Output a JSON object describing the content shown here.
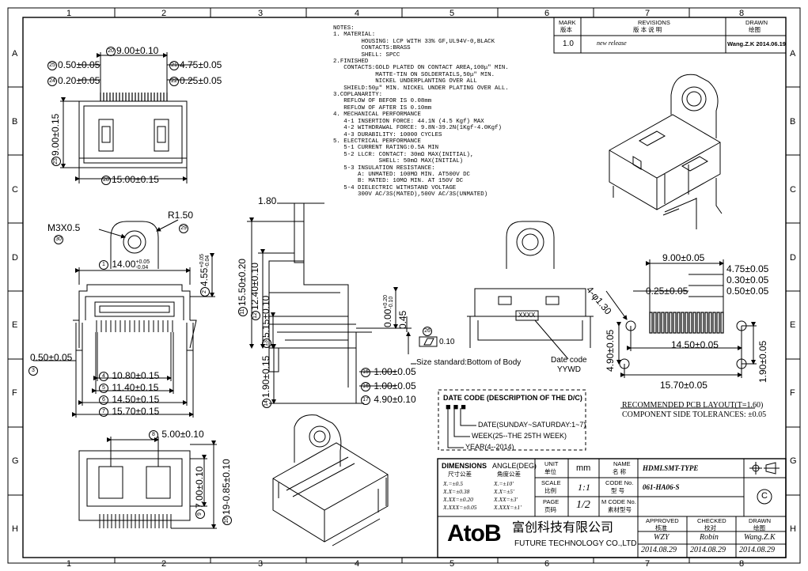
{
  "zones": {
    "columns": [
      "1",
      "2",
      "3",
      "4",
      "5",
      "6",
      "7",
      "8"
    ],
    "rows": [
      "A",
      "B",
      "C",
      "D",
      "E",
      "F",
      "G",
      "H"
    ]
  },
  "revisions": {
    "mark_label": "MARK",
    "mark_label_cn": "版本",
    "revisions_label": "REVISIONS",
    "revisions_label_cn": "版 本 说 明",
    "drawn_label": "DRAWN",
    "drawn_label_cn": "绘图",
    "rows": [
      {
        "mark": "1.0",
        "description": "new release",
        "drawn": "Wang.Z.K 2014.06.19"
      }
    ]
  },
  "notes": [
    "NOTES:",
    "1. MATERIAL:",
    "        HOUSING: LCP WITH 33% GF,UL94V-0,BLACK",
    "        CONTACTS:BRASS",
    "        SHELL: SPCC",
    "2.FINISHED",
    "   CONTACTS:GOLD PLATED ON CONTACT AREA,100μ\" MIN.",
    "            MATTE-TIN ON SOLDERTAILS,50μ\" MIN.",
    "            NICKEL UNDERPLANTING OVER ALL",
    "   SHIELD:50μ\" MIN. NICKEL UNDER PLATING OVER ALL.",
    "3.COPLANARITY:",
    "   REFLOW OF BEFOR IS 0.08mm",
    "   REFLOW OF AFTER IS 0.10mm",
    "4. MECHANICAL PERFORMANCE",
    "   4-1 INSERTION FORCE: 44.1N (4.5 Kgf) MAX",
    "   4-2 WITHDRAWAL FORCE: 9.8N-39.2N(1Kgf-4.0Kgf)",
    "   4-3 DURABILITY: 10000 CYCLES",
    "5. ELECTRICAL PERFORMANCE",
    "   5-1 CURRENT RATING:0.5A MIN",
    "   5-2 LLCR: CONTACT: 30mΩ MAX(INITIAL),",
    "             SHELL: 50mΩ MAX(INITIAL)",
    "   5-3 INSULATION RESISTANCE:",
    "       A: UNMATED: 100MΩ MIN. AT500V DC",
    "       B: MATED: 10MΩ MIN. AT 150V DC",
    "   5-4 DIELECTRIC WITHSTAND VOLTAGE",
    "       300V AC/3S(MATED),500V AC/3S(UNMATED)"
  ],
  "top_view": {
    "d25": "25",
    "d25_text": "0.50±0.05",
    "d24": "24",
    "d24_text": "0.20±0.05",
    "d20": "20",
    "d20_text": "9.00±0.10",
    "d21": "21",
    "d21_text": "4.75±0.05",
    "d22": "22",
    "d22_text": "0.25±0.05",
    "d23": "23",
    "d23_text": "9.00±0.15",
    "d28": "28",
    "d28_text": "15.00±0.15"
  },
  "front_view": {
    "thread": "M3X0.5",
    "thread_ref": "30",
    "radius": "R1.50",
    "radius_ref": "29",
    "d1": "1",
    "d1_text": "14.00",
    "d1_tol_up": "+0.05",
    "d1_tol_dn": "-0.04",
    "d2": "2",
    "d2_text": "4.55",
    "d2_tol_up": "+0.05",
    "d2_tol_dn": "-0.04",
    "d3": "3",
    "d3_text": "0.50±0.05",
    "d4": "4",
    "d4_text": "10.80±0.15",
    "d5": "5",
    "d5_text": "11.40±0.15",
    "d6": "6",
    "d6_text": "14.50±0.15",
    "d7": "7",
    "d7_text": "15.70±0.15"
  },
  "side_view": {
    "d1_80": "1.80",
    "d11": "11",
    "d11_text": "15.50±0.20",
    "d12": "12",
    "d12_text": "12.40±0.10",
    "d13": "13",
    "d13_text": "5.15±0.10",
    "d14": "14",
    "d14_text": "1.90±0.15",
    "d_offset": "0.00",
    "d_offset_up": "+0.20",
    "d_offset_dn": "-0.10",
    "d0_45": "0.45",
    "d15": "15",
    "d15_text": "1.00±0.05",
    "d16": "16",
    "d16_text": "1.00±0.05",
    "d17": "17",
    "d17_text": "4.90±0.10",
    "flatness_ref": "26",
    "flatness": "0.10",
    "size_standard": "Size standard:Bottom of Body"
  },
  "rear_view": {
    "marking": "XXXX",
    "date_code_label": "Date code",
    "date_code_value": "YYWD"
  },
  "pcb_layout": {
    "d_9_00": "9.00±0.05",
    "d_4_75": "4.75±0.05",
    "d_0_30": "0.30±0.05",
    "d_0_25": "0.25±0.05",
    "d_0_50": "0.50±0.05",
    "holes": "4-φ1.30",
    "d_4_90": "4.90±0.05",
    "d_14_50": "14.50±0.05",
    "d_1_90": "1.90±0.05",
    "d_15_70": "15.70±0.05",
    "title": "RECOMMENDED PCB LAYOUT(T=1.60)",
    "tolerance": "COMPONENT SIDE TOLERANCES: ±0.05"
  },
  "date_code_box": {
    "title": "DATE CODE (DESCRIPTION OF THE D/C)",
    "line1": "DATE(SUNDAY~SATURDAY:1~7)",
    "line2": "WEEK(25--THE 25TH WEEK)",
    "line3": "YEAR(4--2014)"
  },
  "bottom_view": {
    "d8": "8",
    "d8_text": "5.00±0.10",
    "d9": "9",
    "d9_text": "7.00±0.10",
    "d10": "10",
    "d10_text": "19-0.85±0.10"
  },
  "title_block": {
    "dimensions_label": "DIMENSIONS",
    "dimensions_cn": "尺寸公差",
    "angle_label": "ANGLE(DEG)",
    "angle_cn": "角度公差",
    "tol_x": "X.=±0.5",
    "tol_xx": "X.X=±0.38",
    "tol_xxx": "X.XX=±0.20",
    "tol_xxxx": "X.XXX=±0.05",
    "ang_x": "X.=±10'",
    "ang_xx": "X.X=±5'",
    "ang_xxx": "X.XX=±3'",
    "ang_xxxx": "X.XXX=±1'",
    "unit_label": "UNIT",
    "unit_cn": "单位",
    "unit_value": "mm",
    "scale_label": "SCALE",
    "scale_cn": "比例",
    "scale_value": "1:1",
    "page_label": "PAGE",
    "page_cn": "页码",
    "page_value": "1/2",
    "name_label": "NAME",
    "name_cn": "名 称",
    "name_value": "HDMI.SMT-TYPE",
    "code_label": "CODE No.",
    "code_cn": "型 号",
    "code_value": "061-HA06-S",
    "mcode_label": "M CODE No.",
    "mcode_cn": "素材型号",
    "approved_label": "APPROVED",
    "approved_cn": "核准",
    "approved_by": "WZY",
    "approved_date": "2014.08.29",
    "checked_label": "CHECKED",
    "checked_cn": "校对",
    "checked_by": "Robin",
    "checked_date": "2014.08.29",
    "drawn_label": "DRAWN",
    "drawn_cn": "绘图",
    "drawn_by": "Wang.Z.K",
    "drawn_date": "2014.08.29",
    "copyright": "C",
    "logo": "AtoB",
    "company_cn": "富创科技有限公司",
    "company_en": "FUTURE TECHNOLOGY CO.,LTD"
  }
}
